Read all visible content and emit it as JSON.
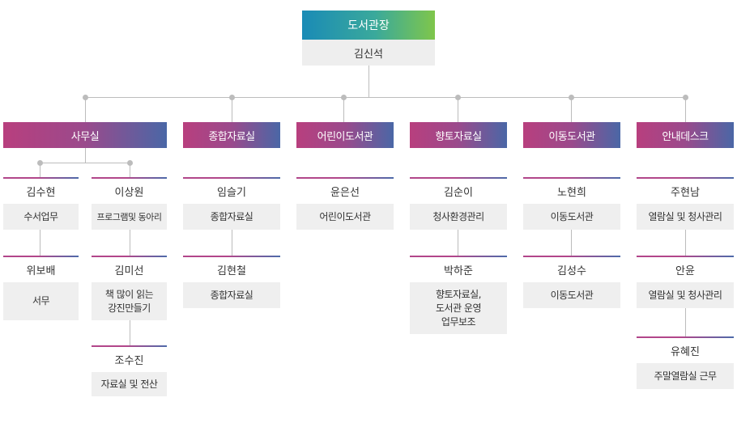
{
  "top": {
    "title": "도서관장",
    "name": "김신석"
  },
  "departments": [
    {
      "title": "사무실"
    },
    {
      "title": "종합자료실"
    },
    {
      "title": "어린이도서관"
    },
    {
      "title": "향토자료실"
    },
    {
      "title": "이동도서관"
    },
    {
      "title": "안내데스크"
    }
  ],
  "staff": {
    "kimsuhyeon": {
      "name": "김수현",
      "duty": "수서업무"
    },
    "wibobae": {
      "name": "위보배",
      "duty": "서무"
    },
    "leesangwon": {
      "name": "이상원",
      "duty": "프로그램및 동아리"
    },
    "kimmiseon": {
      "name": "김미선",
      "duty": "책 많이 읽는\n강진만들기"
    },
    "josujin": {
      "name": "조수진",
      "duty": "자료실 및 전산"
    },
    "imseulgi": {
      "name": "임슬기",
      "duty": "종합자료실"
    },
    "kimhyeoncheol": {
      "name": "김현철",
      "duty": "종합자료실"
    },
    "yuneunseon": {
      "name": "윤은선",
      "duty": "어린이도서관"
    },
    "kimsuni": {
      "name": "김순이",
      "duty": "청사환경관리"
    },
    "bakhajun": {
      "name": "박하준",
      "duty": "향토자료실,\n도서관 운영\n업무보조"
    },
    "nohyeonhui": {
      "name": "노현희",
      "duty": "이동도서관"
    },
    "kimseongsu": {
      "name": "김성수",
      "duty": "이동도서관"
    },
    "juhyeonnam": {
      "name": "주현남",
      "duty": "열람실 및 청사관리"
    },
    "anyun": {
      "name": "안윤",
      "duty": "열람실 및 청사관리"
    },
    "yuhyejin": {
      "name": "유혜진",
      "duty": "주말열람실 근무"
    }
  }
}
